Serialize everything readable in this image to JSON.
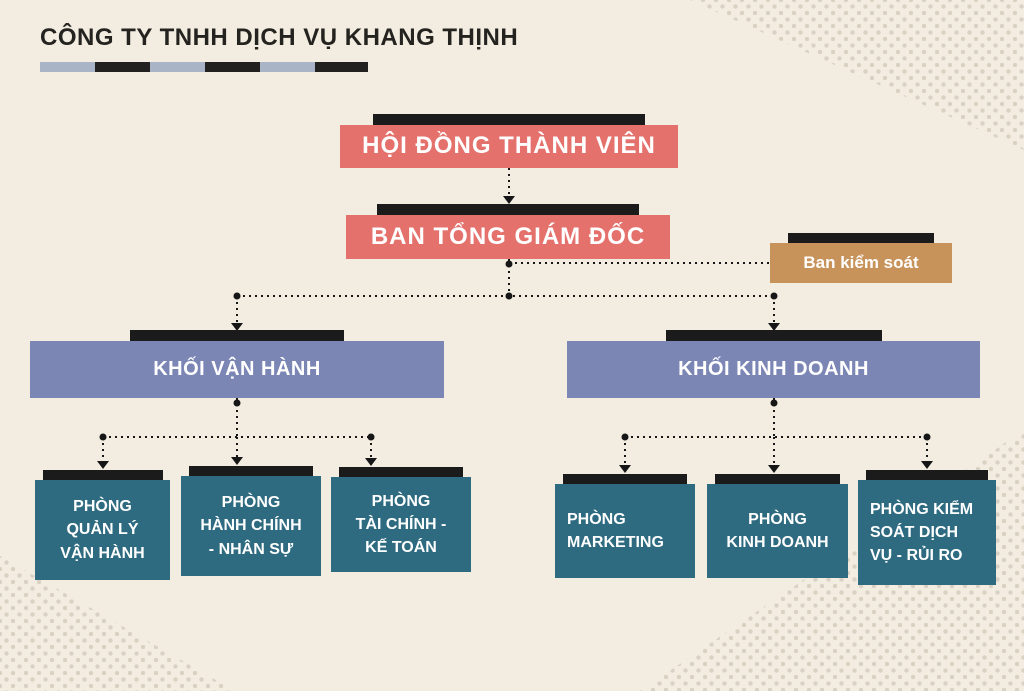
{
  "page": {
    "title": "CÔNG TY TNHH DỊCH VỤ KHANG THỊNH"
  },
  "colors": {
    "background": "#f2ece1",
    "box_red": "#e5716d",
    "box_tan": "#c8935b",
    "box_blue": "#7b86b5",
    "box_teal": "#2e6b80",
    "bar_black": "#1b1b1b",
    "stripe_light": "#a9b5c6",
    "stripe_dark": "#23211f",
    "halftone_dots": "#d9d2c3"
  },
  "orgchart": {
    "board": {
      "label": "HỘI ĐỒNG THÀNH VIÊN"
    },
    "executive": {
      "label": "BAN TỔNG GIÁM ĐỐC"
    },
    "control_board": {
      "label": "Ban kiểm soát"
    },
    "divisions": [
      {
        "label": "KHỐI VẬN HÀNH",
        "departments": [
          {
            "label": "PHÒNG\nQUẢN LÝ\nVẬN HÀNH"
          },
          {
            "label": "PHÒNG\nHÀNH CHÍNH\n- NHÂN SỰ"
          },
          {
            "label": "PHÒNG\nTÀI CHÍNH -\nKẾ TOÁN"
          }
        ]
      },
      {
        "label": "KHỐI KINH DOANH",
        "departments": [
          {
            "label": "PHÒNG\nMARKETING"
          },
          {
            "label": "PHÒNG\nKINH DOANH"
          },
          {
            "label": "PHÒNG KIỂM\nSOÁT DỊCH\nVỤ - RỦI RO"
          }
        ]
      }
    ]
  }
}
